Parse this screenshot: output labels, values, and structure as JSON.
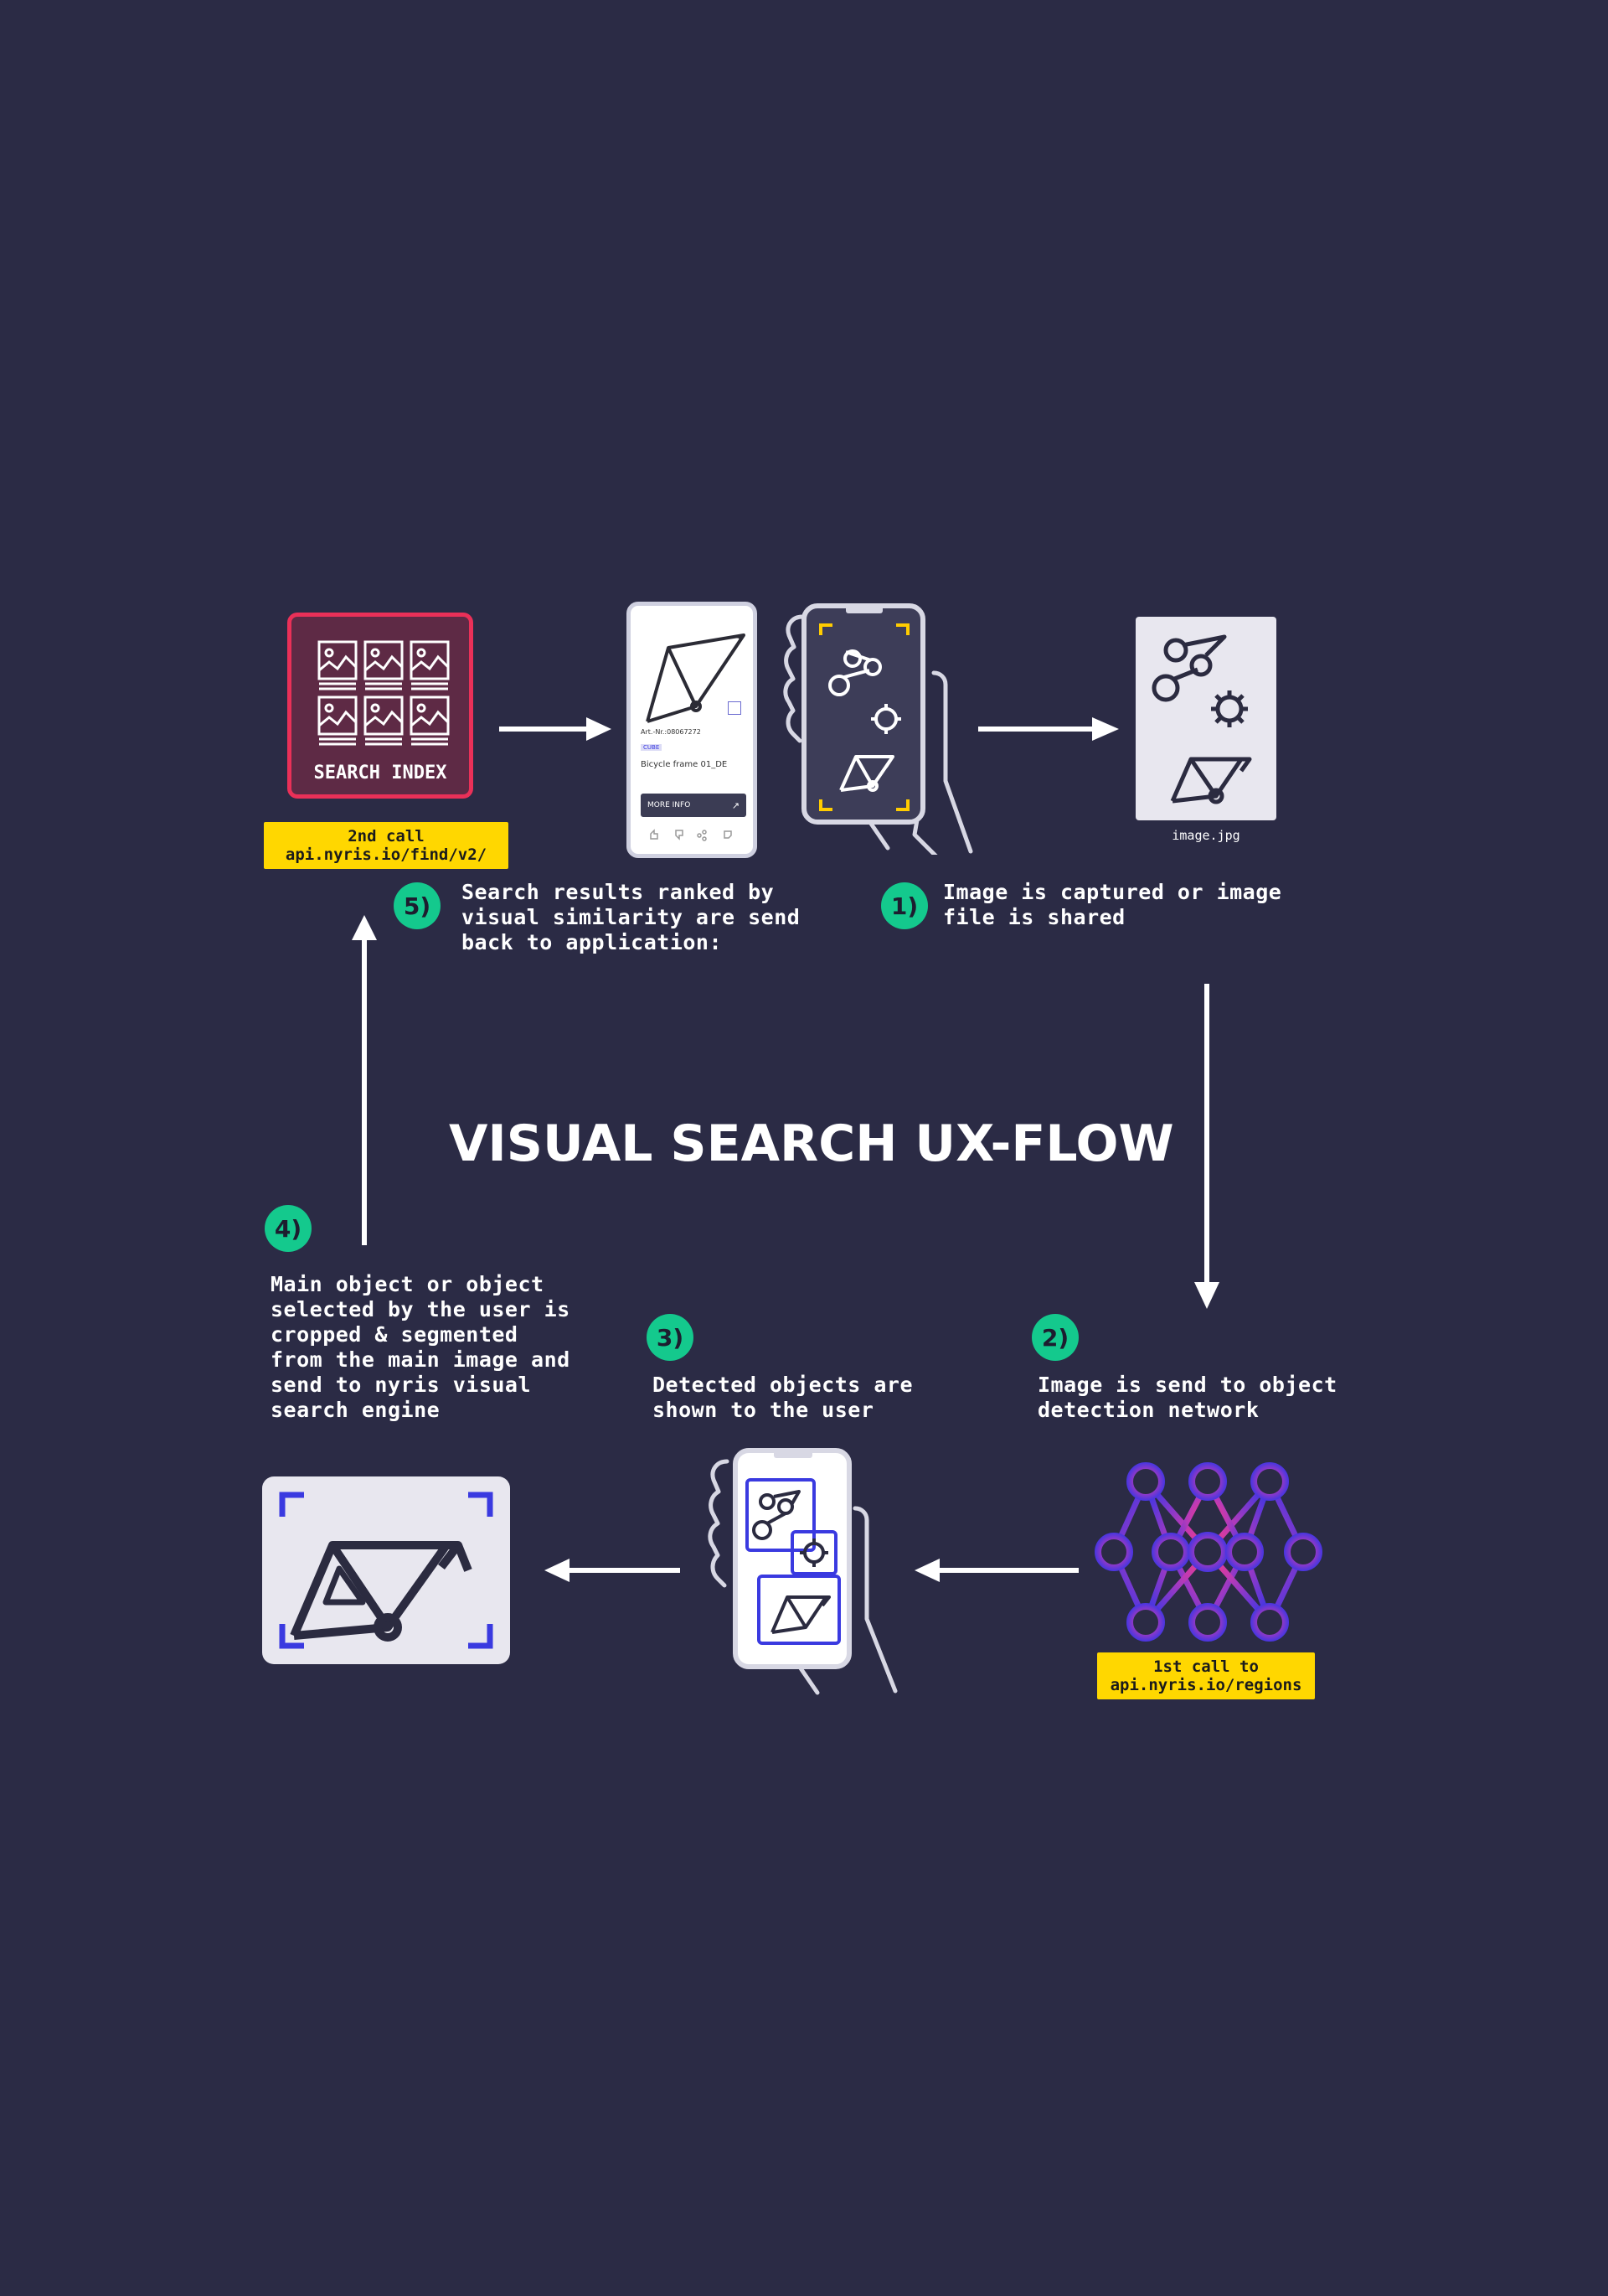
{
  "title": "VISUAL SEARCH UX-FLOW",
  "steps": [
    {
      "badge": "1)",
      "text": "Image is captured or image\nfile is shared"
    },
    {
      "badge": "2)",
      "text": "Image is send to object\ndetection network"
    },
    {
      "badge": "3)",
      "text": "Detected objects are\nshown to the user"
    },
    {
      "badge": "4)",
      "text": "Main object or object\nselected by the user is\ncropped & segmented\nfrom the main image and\nsend to nyris visual\nsearch engine"
    },
    {
      "badge": "5)",
      "text": "Search results ranked by\nvisual similarity are send\nback to application:"
    }
  ],
  "search_index": {
    "label": "SEARCH INDEX"
  },
  "api_calls": {
    "second": {
      "line1": "2nd call",
      "line2": "api.nyris.io/find/v2/"
    },
    "first": {
      "line1": "1st call to",
      "line2": "api.nyris.io/regions"
    }
  },
  "image_file": {
    "caption": "image.jpg"
  },
  "result_card": {
    "art_no": "Art.-Nr.:08067272",
    "brand": "CUBE",
    "product": "Bicycle frame 01_DE",
    "button": "MORE INFO"
  },
  "colors": {
    "background": "#2b2b45",
    "badge": "#14c98d",
    "tag": "#ffd700",
    "search_index_border": "#ea3058",
    "selection_blue": "#3a3ae0"
  },
  "icons": [
    "search-index-icon",
    "phone-result-icon",
    "phone-capture-icon",
    "image-file-icon",
    "neural-network-icon",
    "phone-detection-icon",
    "cropped-frame-icon"
  ]
}
